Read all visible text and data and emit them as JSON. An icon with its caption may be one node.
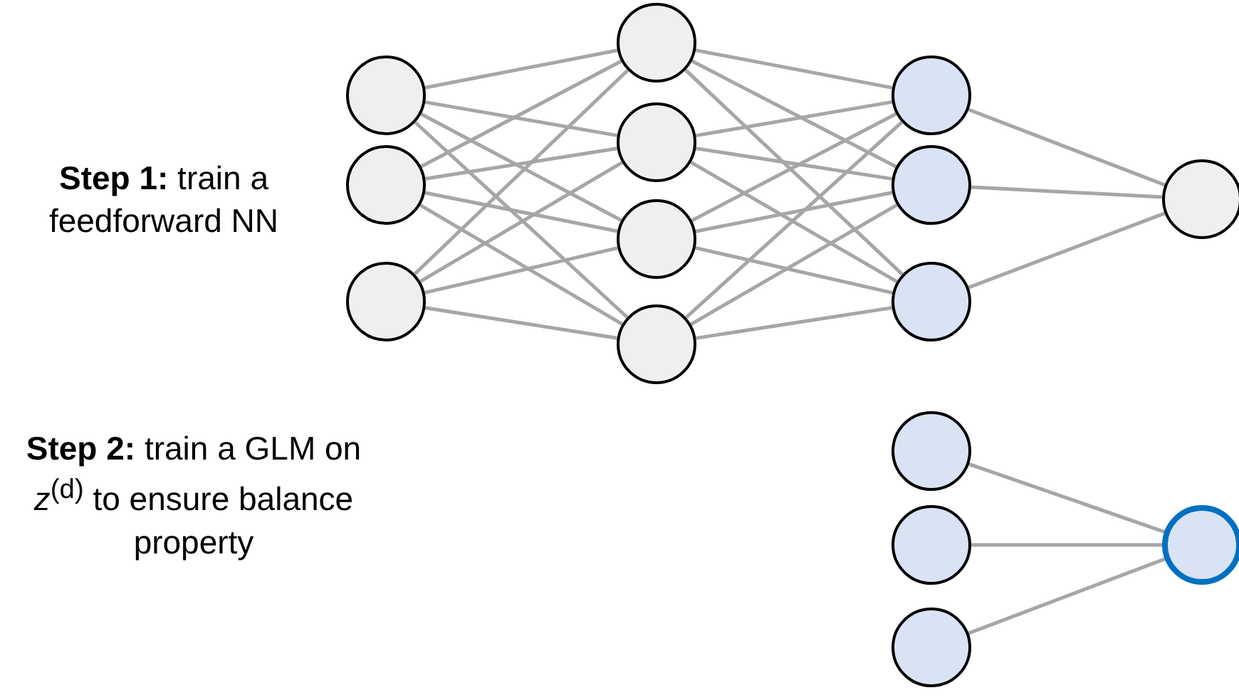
{
  "diagram": {
    "nodes": [
      {
        "text": [],
        "shape": "circle"
      },
      {
        "text": [],
        "shape": "circle"
      },
      {
        "text": [],
        "shape": "circle"
      },
      {
        "text": [],
        "shape": "circle"
      },
      {
        "text": [],
        "shape": "circle"
      },
      {
        "text": [],
        "shape": "circle"
      },
      {
        "text": [],
        "shape": "circle"
      },
      {
        "text": [],
        "shape": "circle"
      },
      {
        "text": [],
        "shape": "circle"
      },
      {
        "text": [],
        "shape": "circle"
      },
      {
        "text": [],
        "shape": "circle"
      },
      {
        "text": [],
        "shape": "circle"
      },
      {
        "text": [],
        "shape": "circle"
      },
      {
        "text": [],
        "shape": "circle"
      },
      {
        "text": [],
        "shape": "circle"
      }
    ],
    "edges": [
      {
        "from": 0,
        "to": 3,
        "arrow": "none"
      },
      {
        "from": 0,
        "to": 4,
        "arrow": "none"
      },
      {
        "from": 0,
        "to": 5,
        "arrow": "none"
      },
      {
        "from": 0,
        "to": 6,
        "arrow": "none"
      },
      {
        "from": 1,
        "to": 3,
        "arrow": "none"
      },
      {
        "from": 1,
        "to": 4,
        "arrow": "none"
      },
      {
        "from": 1,
        "to": 5,
        "arrow": "none"
      },
      {
        "from": 1,
        "to": 6,
        "arrow": "none"
      },
      {
        "from": 2,
        "to": 3,
        "arrow": "none"
      },
      {
        "from": 2,
        "to": 4,
        "arrow": "none"
      },
      {
        "from": 2,
        "to": 5,
        "arrow": "none"
      },
      {
        "from": 2,
        "to": 6,
        "arrow": "none"
      },
      {
        "from": 3,
        "to": 7,
        "arrow": "none"
      },
      {
        "from": 3,
        "to": 8,
        "arrow": "none"
      },
      {
        "from": 3,
        "to": 9,
        "arrow": "none"
      },
      {
        "from": 4,
        "to": 7,
        "arrow": "none"
      },
      {
        "from": 4,
        "to": 8,
        "arrow": "none"
      },
      {
        "from": 4,
        "to": 9,
        "arrow": "none"
      },
      {
        "from": 5,
        "to": 7,
        "arrow": "none"
      },
      {
        "from": 5,
        "to": 8,
        "arrow": "none"
      },
      {
        "from": 5,
        "to": 9,
        "arrow": "none"
      },
      {
        "from": 6,
        "to": 7,
        "arrow": "none"
      },
      {
        "from": 6,
        "to": 8,
        "arrow": "none"
      },
      {
        "from": 6,
        "to": 9,
        "arrow": "none"
      },
      {
        "from": 7,
        "to": 10,
        "arrow": "none"
      },
      {
        "from": 8,
        "to": 10,
        "arrow": "none"
      },
      {
        "from": 9,
        "to": 10,
        "arrow": "none"
      },
      {
        "from": 11,
        "to": 14,
        "arrow": "none"
      },
      {
        "from": 12,
        "to": 14,
        "arrow": "none"
      },
      {
        "from": 13,
        "to": 14,
        "arrow": "none"
      }
    ],
    "labels": [
      "**Step 1:** train a feedforward NN",
      "**Step 2:** train a GLM on *z*$^{(d)}$ to ensure balance property"
    ]
  }
}
